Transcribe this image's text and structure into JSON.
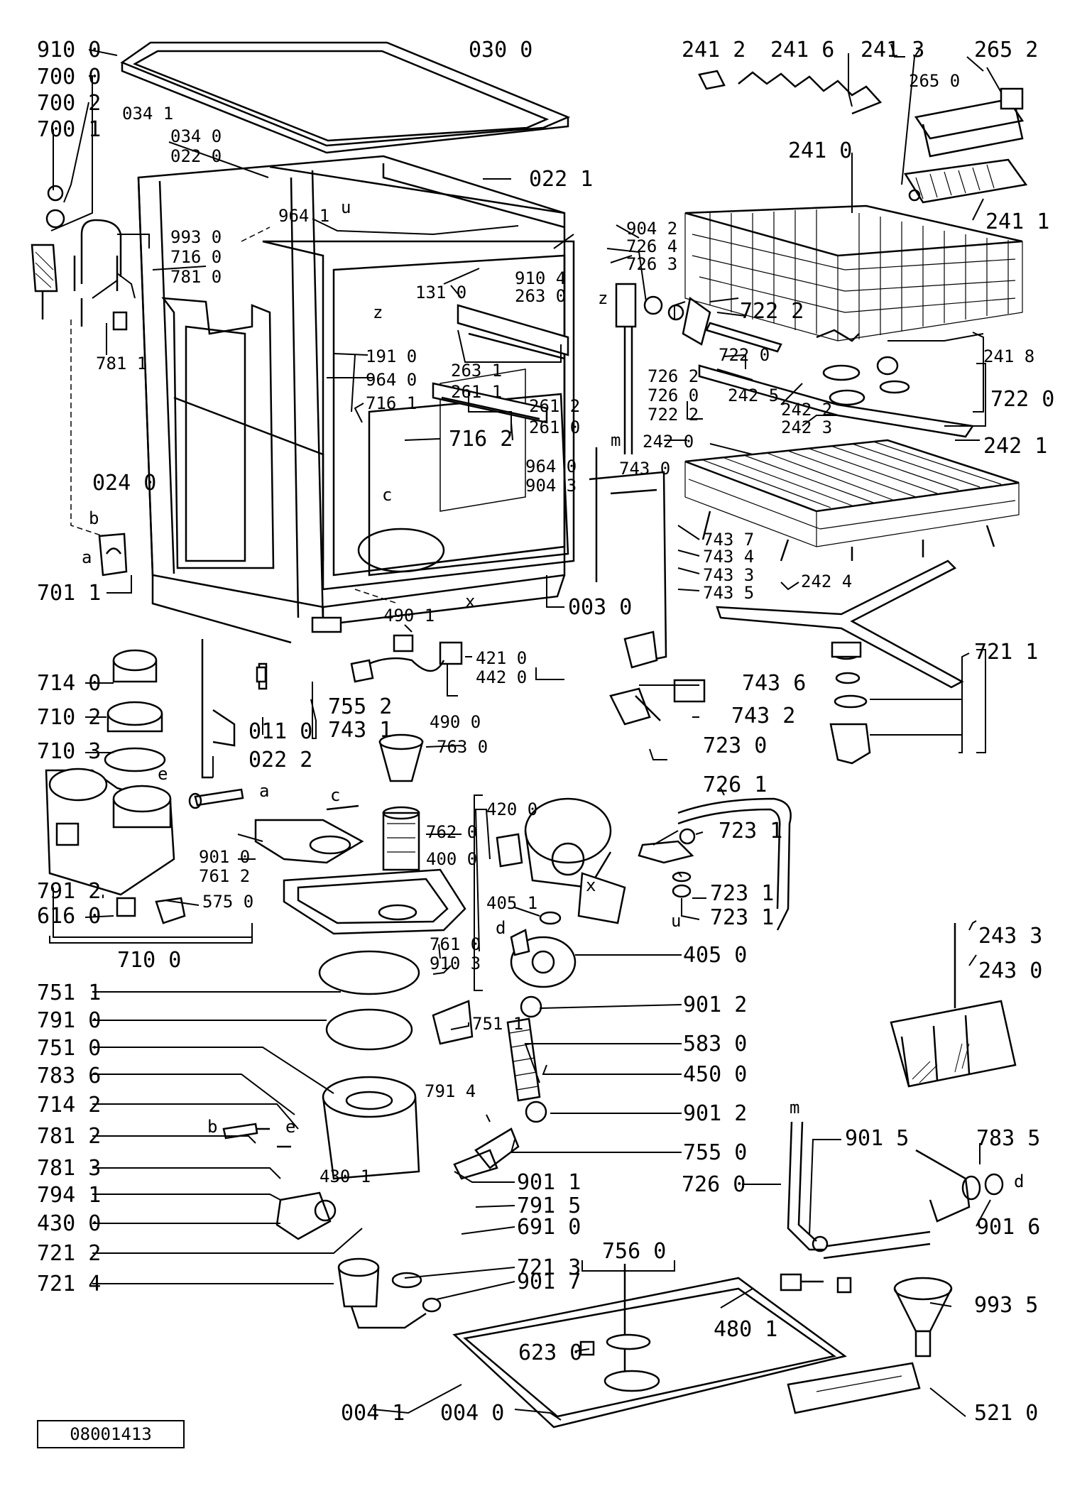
{
  "reference": "08001413",
  "labels": {
    "p9100": "910 0",
    "p7000": "700 0",
    "p7002": "700 2",
    "p7001": "700 1",
    "p0341": "034 1",
    "p0340": "034 0",
    "p0220": "022 0",
    "p0300": "030 0",
    "p0221": "022 1",
    "p9641": "964 1",
    "p9930": "993 0",
    "p7160": "716 0",
    "p7810": "781 0",
    "p7811": "781 1",
    "p1310": "131 0",
    "p9104": "910 4",
    "p2630": "263 0",
    "p2631": "263 1",
    "p2611": "261 1",
    "p2612": "261 2",
    "p2610": "261 0",
    "p1910": "191 0",
    "p9640": "964 0",
    "p7161": "716 1",
    "p7162": "716 2",
    "p9042": "904 2",
    "p7264": "726 4",
    "p7263": "726 3",
    "p7262": "726 2",
    "p7260a": "726 0",
    "p7222a": "722 2",
    "p2412": "241 2",
    "p2416": "241 6",
    "p2413": "241 3",
    "p2652": "265 2",
    "p2650": "265 0",
    "p2410": "241 0",
    "p2411": "241 1",
    "p7222b": "722 2",
    "p7220a": "722 0",
    "p7220b": "722 0",
    "p2418": "241 8",
    "p2425": "242 5",
    "p2422": "242 2",
    "p2423": "242 3",
    "p2420": "242 0",
    "p2421": "242 1",
    "p0240": "024 0",
    "p9643": "964 0",
    "p9043": "904 3",
    "p7430": "743 0",
    "p7437": "743 7",
    "p7434": "743 4",
    "p7433": "743 3",
    "p7435": "743 5",
    "p2424": "242 4",
    "p7211": "721 1",
    "p7011": "701 1",
    "p0030": "003 0",
    "p4901a": "490 1",
    "p4210": "421 0",
    "p4420": "442 0",
    "p4900": "490 0",
    "p7436": "743 6",
    "p7432": "743 2",
    "p7140": "714 0",
    "p0110": "011 0",
    "p7552": "755 2",
    "p7431": "743 1",
    "p0222": "022 2",
    "p7102": "710 2",
    "p7103": "710 3",
    "p7630": "763 0",
    "p7230": "723 0",
    "p7261": "726 1",
    "p4200": "420 0",
    "p4000": "400 0",
    "p7620": "762 0",
    "p9010": "901 0",
    "p7612": "761 2",
    "p7231": "723 1",
    "p7912": "791 2",
    "p6160": "616 0",
    "p5750": "575 0",
    "p7100": "710 0",
    "p4051": "405 1",
    "p7231b": "723 1",
    "p7231c": "723 1",
    "p7610": "761 0",
    "p9103": "910 3",
    "p4050": "405 0",
    "p2433": "243 3",
    "p2430": "243 0",
    "p7511a": "751 1",
    "p7910": "791 0",
    "p7511b": "751 1",
    "p9012a": "901 2",
    "p7510": "751 0",
    "p5830": "583 0",
    "p7836": "783 6",
    "p4500": "450 0",
    "p7142": "714 2",
    "p7914": "791 4",
    "p9012b": "901 2",
    "p7812": "781 2",
    "p7550": "755 0",
    "p7813": "781 3",
    "p4301": "430 1",
    "p9011": "901 1",
    "p7941": "794 1",
    "p7915": "791 5",
    "p4300": "430 0",
    "p6910": "691 0",
    "p7260b": "726 0",
    "p9015": "901 5",
    "p7835": "783 5",
    "p9016": "901 6",
    "p7212": "721 2",
    "p7213": "721 3",
    "p7560": "756 0",
    "p7214": "721 4",
    "p9017": "901 7",
    "p4801": "480 1",
    "p9935": "993 5",
    "p6230": "623 0",
    "p0041": "004 1",
    "p0040": "004 0",
    "p5210": "521 0"
  },
  "letters": {
    "u1": "u",
    "z1": "z",
    "z2": "z",
    "c1": "c",
    "b1": "b",
    "a1": "a",
    "m1": "m",
    "x1": "x",
    "e1": "e",
    "a2": "a",
    "c2": "c",
    "x2": "x",
    "d1": "d",
    "u2": "u",
    "b2": "b",
    "e2": "e",
    "m2": "m",
    "d2": "d"
  }
}
